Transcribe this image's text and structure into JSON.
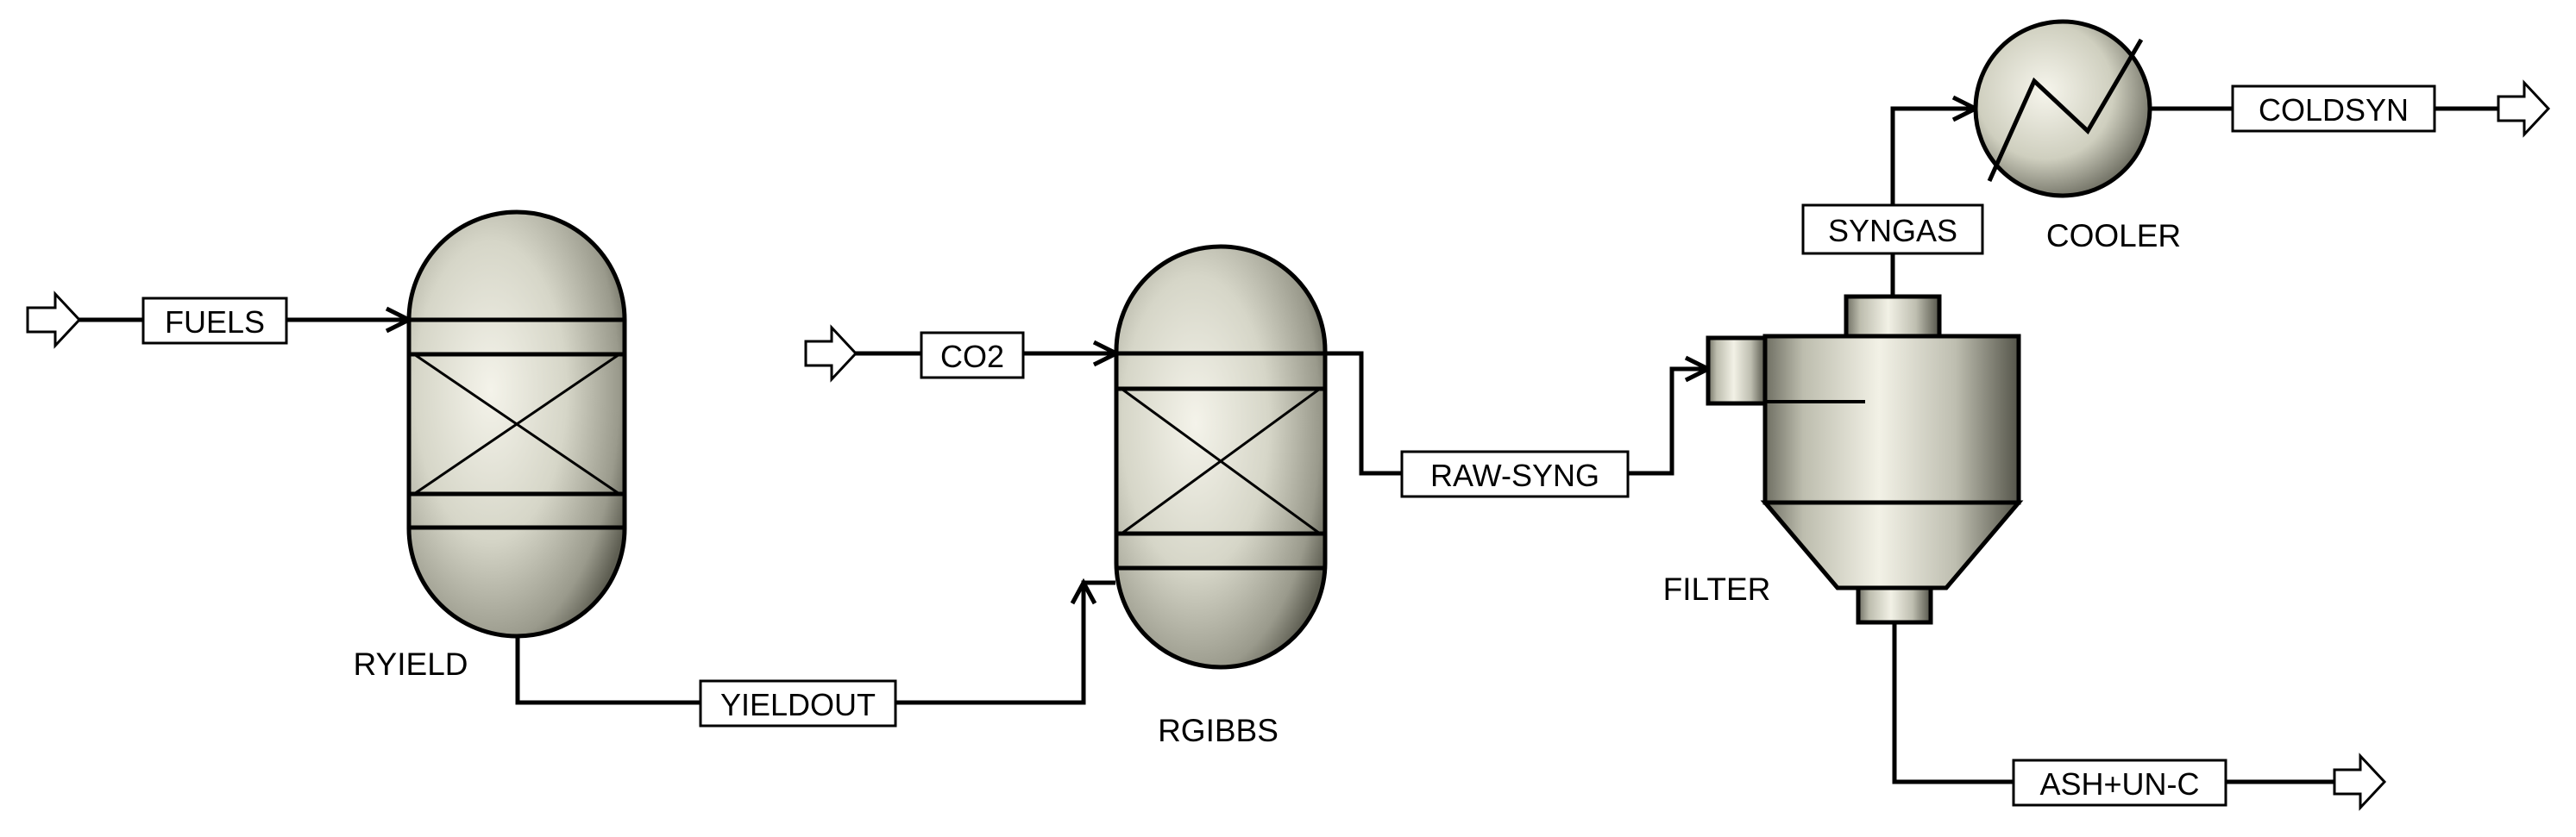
{
  "diagram": {
    "blocks": {
      "ryield": "RYIELD",
      "rgibbs": "RGIBBS",
      "filter": "FILTER",
      "cooler": "COOLER"
    },
    "streams": {
      "fuels": "FUELS",
      "co2": "CO2",
      "yieldout": "YIELDOUT",
      "raw_syng": "RAW-SYNG",
      "syngas": "SYNGAS",
      "coldsyn": "COLDSYN",
      "ash_unc": "ASH+UN-C"
    }
  },
  "colors": {
    "line": "#000000",
    "equipment_highlight": "#f4f3ea",
    "equipment_mid": "#cfcfbf",
    "equipment_shadow": "#5e5e52",
    "background": "#ffffff"
  }
}
